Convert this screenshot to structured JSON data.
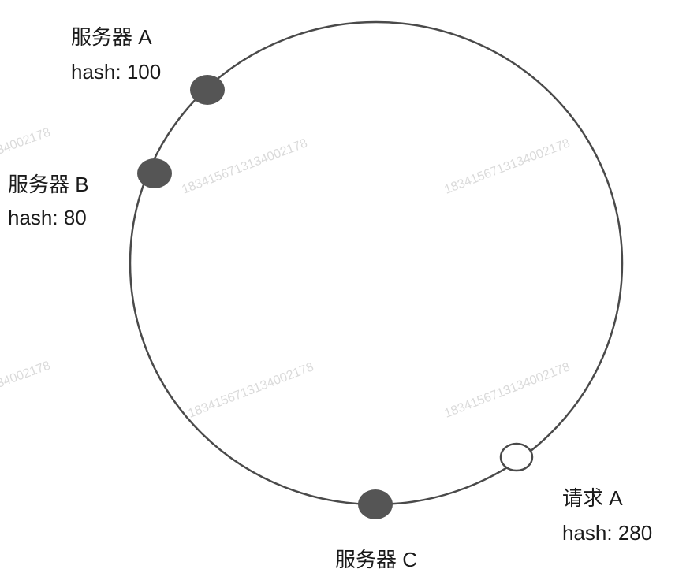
{
  "diagram": {
    "servers": [
      {
        "name": "服务器 A",
        "hash": "hash: 100"
      },
      {
        "name": "服务器 B",
        "hash": "hash: 80"
      },
      {
        "name": "服务器 C"
      }
    ],
    "request": {
      "name": "请求 A",
      "hash": "hash: 280"
    }
  },
  "watermark": {
    "text": "1834156713134002178",
    "partial": "34002178"
  },
  "colors": {
    "ring": "#4a4a4a",
    "server_node": "#555555",
    "request_node_fill": "#ffffff",
    "request_node_stroke": "#4a4a4a",
    "text": "#1a1a1a",
    "watermark": "#dadada"
  }
}
